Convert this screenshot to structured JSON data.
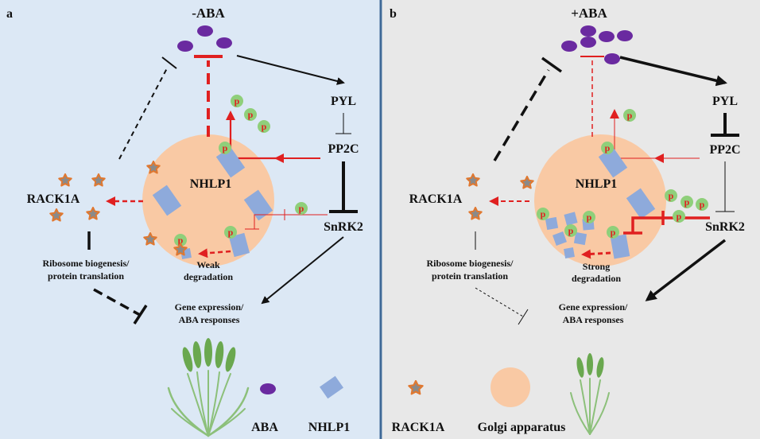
{
  "panels": {
    "a": {
      "letter": "a",
      "condition": "-ABA",
      "receptor": "PYL",
      "phosphatase": "PP2C",
      "kinase": "SnRK2",
      "protein": "NHLP1",
      "partner": "RACK1A",
      "process_line1": "Ribosome biogenesis/",
      "process_line2": "protein translation",
      "degradation_line1": "Weak",
      "degradation_line2": "degradation",
      "output_line1": "Gene expression/",
      "output_line2": "ABA responses",
      "phospho_label": "p"
    },
    "b": {
      "letter": "b",
      "condition": "+ABA",
      "receptor": "PYL",
      "phosphatase": "PP2C",
      "kinase": "SnRK2",
      "protein": "NHLP1",
      "partner": "RACK1A",
      "process_line1": "Ribosome biogenesis/",
      "process_line2": "protein translation",
      "degradation_line1": "Strong",
      "degradation_line2": "degradation",
      "output_line1": "Gene expression/",
      "output_line2": "ABA responses",
      "phospho_label": "p"
    }
  },
  "legend": {
    "aba": "ABA",
    "nhlp1": "NHLP1",
    "rack1a": "RACK1A",
    "golgi": "Golgi apparatus"
  },
  "colors": {
    "panel_a_bg": "#dce8f5",
    "panel_b_bg": "#e8e8e8",
    "golgi": "#f9c9a4",
    "aba": "#6a2aa0",
    "nhlp1": "#8eaadb",
    "rack1a_fill": "#8a8a8a",
    "rack1a_edge": "#e07830",
    "phospho_fill": "#8fcf7a",
    "activation_red": "#e02020",
    "plant_green": "#6aa84f"
  }
}
